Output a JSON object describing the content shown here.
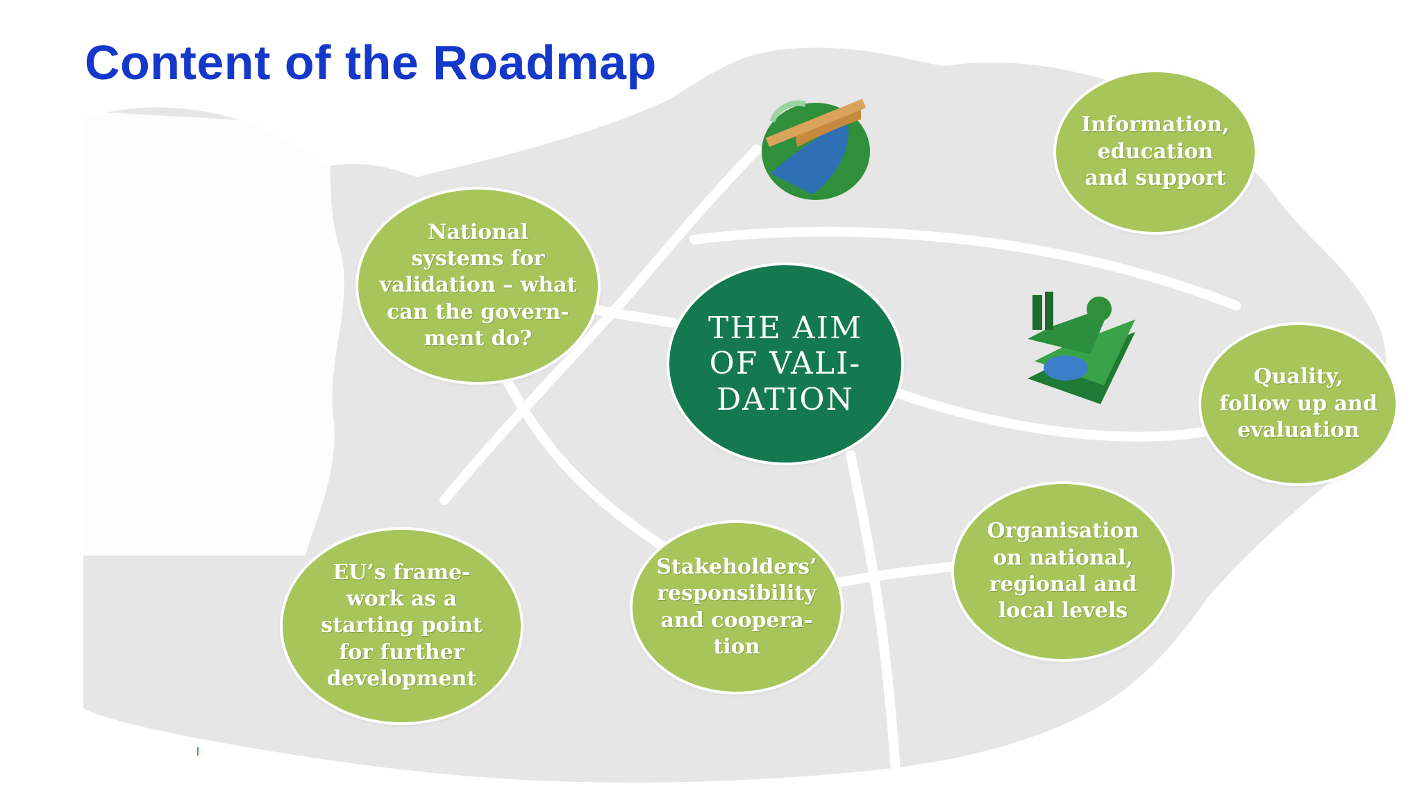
{
  "title": "Content of the Roadmap",
  "center": {
    "label": "THE AIM\nOF VALI-\nDATION"
  },
  "topics": [
    {
      "id": "national-systems",
      "label": "National\nsystems for\nvalidation – what\ncan the govern-\nment do?"
    },
    {
      "id": "information",
      "label": "Information,\neducation\nand support"
    },
    {
      "id": "quality",
      "label": "Quality,\nfollow up and\nevaluation"
    },
    {
      "id": "organisation",
      "label": "Organisation\non national,\nregional and\nlocal levels"
    },
    {
      "id": "stakeholders",
      "label": "Stakeholders’\nresponsibility\nand coopera-\ntion"
    },
    {
      "id": "eu-framework",
      "label": "EU’s frame-\nwork as a\nstarting point\nfor further\ndevelopment"
    }
  ],
  "colors": {
    "title": "#1438c9",
    "bubble": "#a7c55b",
    "center": "#15794f",
    "map": "#e6e6e6",
    "road": "#ffffff"
  },
  "icons": [
    "bridge-river-icon",
    "layered-landscape-icon"
  ]
}
